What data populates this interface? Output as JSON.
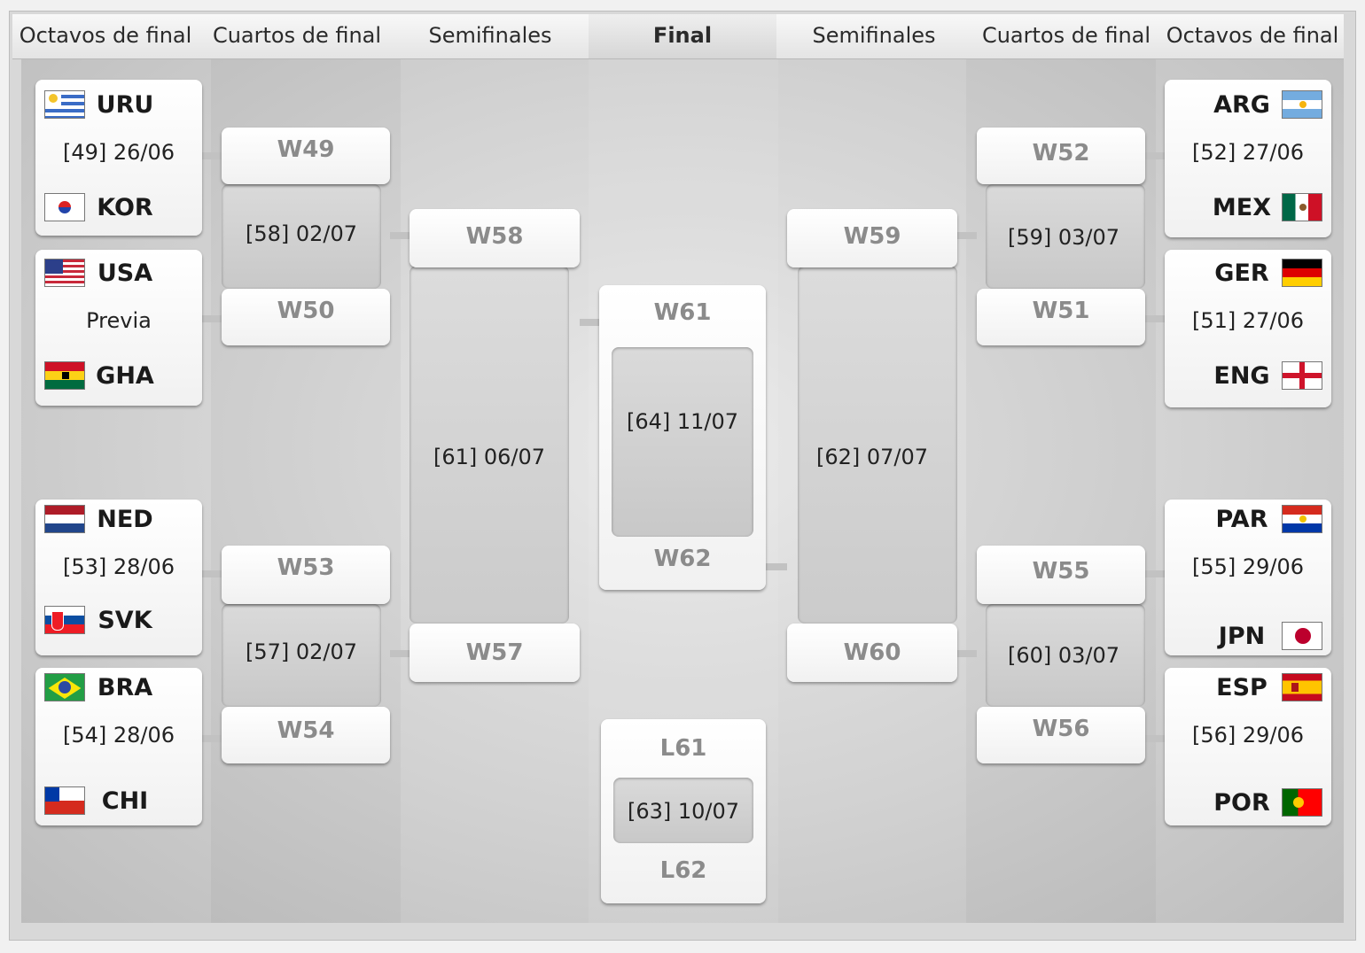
{
  "headers": [
    "Octavos de final",
    "Cuartos de final",
    "Semifinales",
    "Final",
    "Semifinales",
    "Cuartos de final",
    "Octavos de final"
  ],
  "r16_left": [
    {
      "team1": "URU",
      "flag1": "uru-flag-icon",
      "info": "[49]  26/06",
      "team2": "KOR",
      "flag2": "kor-flag-icon"
    },
    {
      "team1": "USA",
      "flag1": "usa-flag-icon",
      "info": "Previa",
      "team2": "GHA",
      "flag2": "gha-flag-icon"
    },
    {
      "team1": "NED",
      "flag1": "ned-flag-icon",
      "info": "[53]  28/06",
      "team2": "SVK",
      "flag2": "svk-flag-icon"
    },
    {
      "team1": "BRA",
      "flag1": "bra-flag-icon",
      "info": "[54]  28/06",
      "team2": "CHI",
      "flag2": "chi-flag-icon"
    }
  ],
  "r16_right": [
    {
      "team1": "ARG",
      "flag1": "arg-flag-icon",
      "info": "[52]  27/06",
      "team2": "MEX",
      "flag2": "mex-flag-icon"
    },
    {
      "team1": "GER",
      "flag1": "ger-flag-icon",
      "info": "[51]  27/06",
      "team2": "ENG",
      "flag2": "eng-flag-icon"
    },
    {
      "team1": "PAR",
      "flag1": "par-flag-icon",
      "info": "[55]  29/06",
      "team2": "JPN",
      "flag2": "jpn-flag-icon"
    },
    {
      "team1": "ESP",
      "flag1": "esp-flag-icon",
      "info": "[56]  29/06",
      "team2": "POR",
      "flag2": "por-flag-icon"
    }
  ],
  "qf_left": {
    "slots": [
      "W49",
      "W50",
      "W53",
      "W54"
    ],
    "dates": [
      "[58]  02/07",
      "[57]  02/07"
    ]
  },
  "qf_right": {
    "slots": [
      "W52",
      "W51",
      "W55",
      "W56"
    ],
    "dates": [
      "[59]  03/07",
      "[60]  03/07"
    ]
  },
  "sf_left": {
    "slots": [
      "W58",
      "W57"
    ],
    "date": "[61]  06/07"
  },
  "sf_right": {
    "slots": [
      "W59",
      "W60"
    ],
    "date": "[62]  07/07"
  },
  "final": {
    "top": "W61",
    "date": "[64]  11/07",
    "bottom": "W62"
  },
  "third_place": {
    "top": "L61",
    "date": "[63]  10/07",
    "bottom": "L62"
  }
}
